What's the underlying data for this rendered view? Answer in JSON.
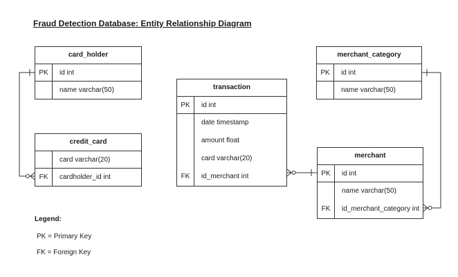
{
  "title": "Fraud Detection Database: Entity Relationship Diagram",
  "colors": {
    "line": "#333333",
    "text": "#1a1a1a",
    "background": "#ffffff"
  },
  "tables": {
    "card_holder": {
      "name": "card_holder",
      "rows": [
        {
          "key": "PK",
          "field": "id int"
        },
        {
          "key": "",
          "field": "name varchar(50)"
        }
      ]
    },
    "credit_card": {
      "name": "credit_card",
      "rows": [
        {
          "key": "",
          "field": "card varchar(20)"
        },
        {
          "key": "FK",
          "field": "cardholder_id int"
        }
      ]
    },
    "transaction": {
      "name": "transaction",
      "pk_row": {
        "key": "PK",
        "field": "id int"
      },
      "body_key": "FK",
      "body_fields": [
        "date timestamp",
        "amount float",
        "card varchar(20)",
        "id_merchant int"
      ]
    },
    "merchant_category": {
      "name": "merchant_category",
      "rows": [
        {
          "key": "PK",
          "field": "id int"
        },
        {
          "key": "",
          "field": "name varchar(50)"
        }
      ]
    },
    "merchant": {
      "name": "merchant",
      "pk_row": {
        "key": "PK",
        "field": "id int"
      },
      "body_key": "FK",
      "body_fields": [
        "name varchar(50)",
        "id_merchant_category int"
      ]
    }
  },
  "legend": {
    "heading": "Legend:",
    "items": [
      "PK = Primary Key",
      "FK = Foreign Key"
    ]
  },
  "relationships": [
    {
      "one_side": "card_holder",
      "many_side": "credit_card",
      "notation": "one to zero-or-many"
    },
    {
      "one_side": "merchant",
      "many_side": "transaction",
      "notation": "one to zero-or-many"
    },
    {
      "one_side": "merchant_category",
      "many_side": "merchant",
      "notation": "one to zero-or-many"
    }
  ]
}
